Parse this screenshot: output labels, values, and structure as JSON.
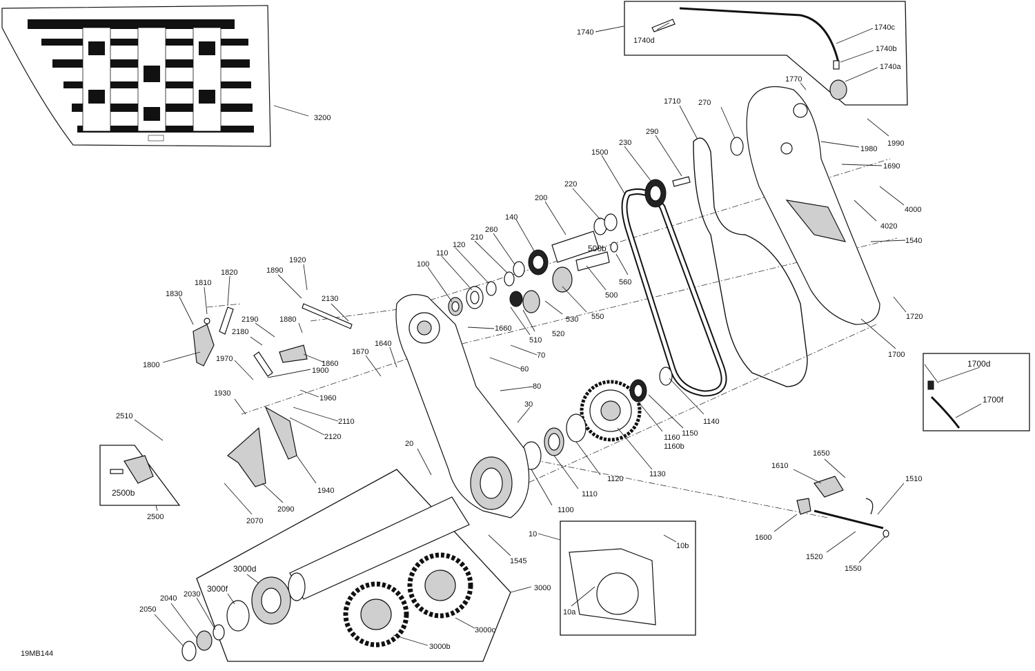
{
  "diagram": {
    "ref_code": "19MB144",
    "callouts": {
      "c3200": "3200",
      "c1740": "1740",
      "c1740a": "1740a",
      "c1740b": "1740b",
      "c1740c": "1740c",
      "c1740d": "1740d",
      "c1770": "1770",
      "c1710": "1710",
      "c270": "270",
      "c290": "290",
      "c230": "230",
      "c1500": "1500",
      "c220": "220",
      "c200": "200",
      "c140": "140",
      "c260": "260",
      "c210": "210",
      "c120": "120",
      "c110": "110",
      "c100": "100",
      "c500b": "500b",
      "c500": "500",
      "c560": "560",
      "c530": "530",
      "c550": "550",
      "c510": "510",
      "c520": "520",
      "c1990": "1990",
      "c1980": "1980",
      "c1690": "1690",
      "c4000": "4000",
      "c4020": "4020",
      "c1540": "1540",
      "c1720": "1720",
      "c1700": "1700",
      "c1700d": "1700d",
      "c1700f": "1700f",
      "c1920": "1920",
      "c1890": "1890",
      "c1820": "1820",
      "c1810": "1810",
      "c1830": "1830",
      "c2130": "2130",
      "c2190": "2190",
      "c1880": "1880",
      "c2180": "2180",
      "c1800": "1800",
      "c1860": "1860",
      "c1970": "1970",
      "c1900": "1900",
      "c1660": "1660",
      "c1640": "1640",
      "c1670": "1670",
      "c70": "70",
      "c60": "60",
      "c80": "80",
      "c1930": "1930",
      "c1960": "1960",
      "c2110": "2110",
      "c2120": "2120",
      "c30": "30",
      "c2510": "2510",
      "c2500b": "2500b",
      "c2500": "2500",
      "c1940": "1940",
      "c2090": "2090",
      "c2070": "2070",
      "c20": "20",
      "c1140": "1140",
      "c1150": "1150",
      "c1160": "1160",
      "c1160b": "1160b",
      "c1130": "1130",
      "c1120": "1120",
      "c1110": "1110",
      "c1100": "1100",
      "c10": "10",
      "c1545": "1545",
      "c10a": "10a",
      "c10b": "10b",
      "c3000": "3000",
      "c3000d": "3000d",
      "c3000f": "3000f",
      "c3000c": "3000c",
      "c3000b": "3000b",
      "c2050": "2050",
      "c2040": "2040",
      "c2030": "2030",
      "c1650": "1650",
      "c1610": "1610",
      "c1510": "1510",
      "c1600": "1600",
      "c1520": "1520",
      "c1550": "1550"
    }
  }
}
